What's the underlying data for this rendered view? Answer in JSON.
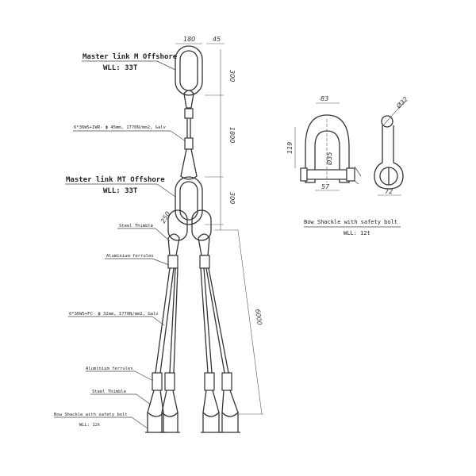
{
  "master_link_m": {
    "title": "Master link M Offshore",
    "wll": "WLL: 33T"
  },
  "master_link_mt": {
    "title": "Master link MT Offshore",
    "wll": "WLL: 33T"
  },
  "top_wire_spec": "6*36WS+IWR- ϕ 45mm, 1770N/mm2, Galv",
  "leg_wire_spec": "6*36WS+FC- ϕ 32mm, 1770N/mm2, Galv",
  "labels": {
    "steel_thimble_top": "Steel Thimble",
    "aluminium_ferrules_top": "Aluminium ferrules",
    "aluminium_ferrules_bottom": "Aluminium ferrules",
    "steel_thimble_bottom": "Steel Thimble",
    "bow_shackle": "Bow Shackle with safety bolt",
    "bow_shackle_wll": "WLL: 12t"
  },
  "dimensions": {
    "link_width": "180",
    "link_section": "45",
    "link_m_height": "300",
    "top_leg_length": "1800",
    "link_mt_height": "300",
    "sublink": "250",
    "leg_length": "6000"
  },
  "shackle_detail": {
    "caption": "Bow Shackle with safety bolt",
    "wll": "WLL: 12t",
    "dim_width": "83",
    "dim_height": "119",
    "dim_pin": "Ø35",
    "dim_jaw": "57",
    "dim_eye": "Ø32",
    "dim_bolt": "72"
  }
}
